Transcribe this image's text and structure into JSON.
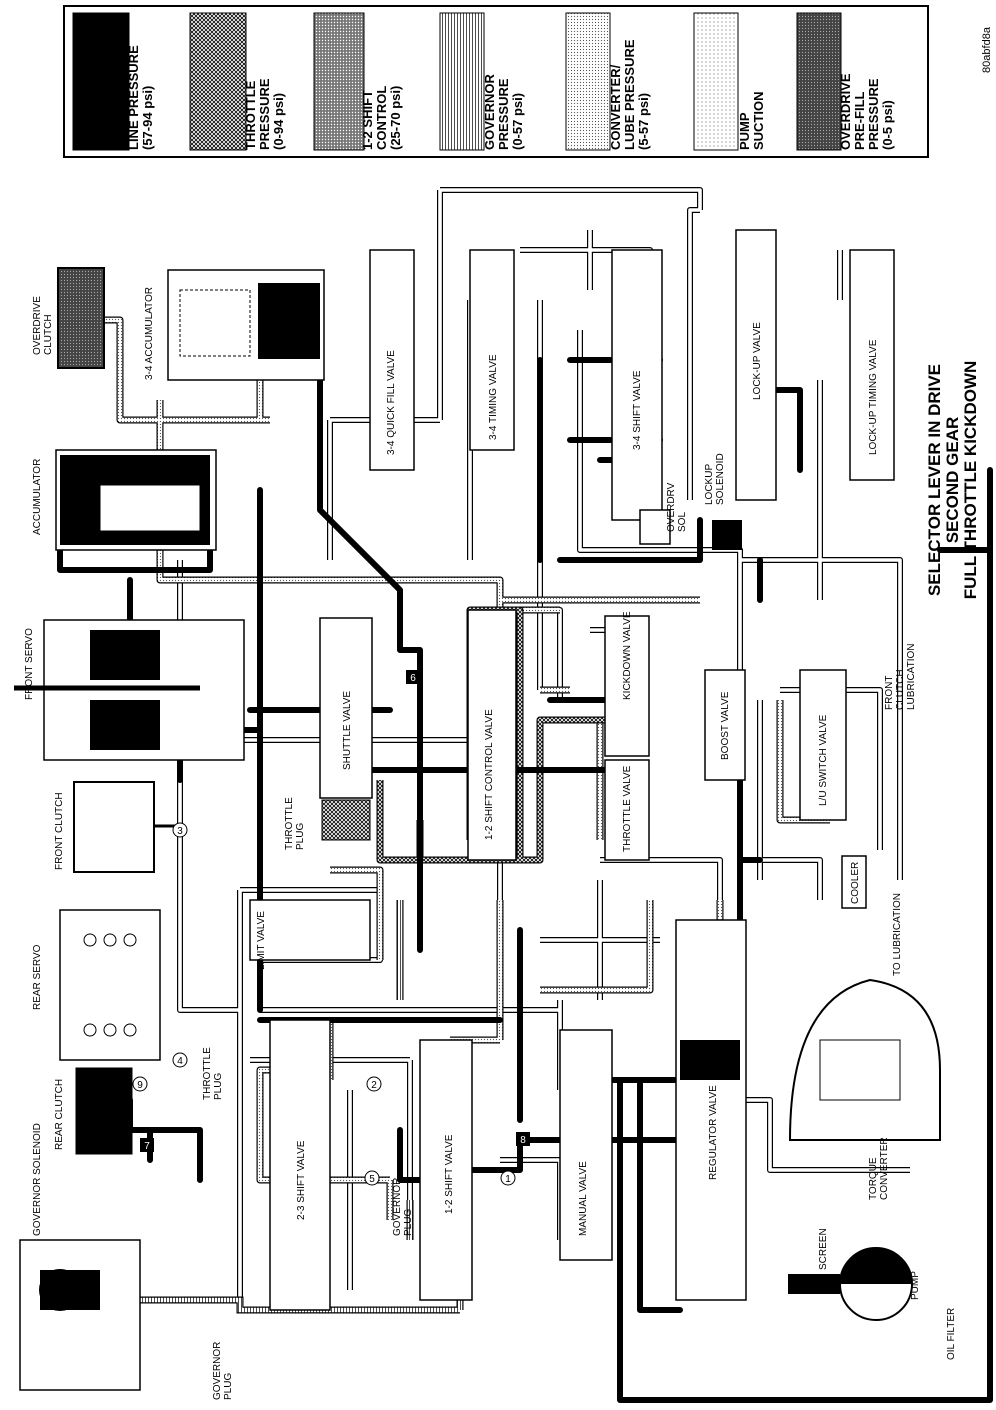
{
  "figure_code": "80abfd8a",
  "caption": {
    "line1": "SELECTOR LEVER IN DRIVE",
    "line2": "SECOND GEAR",
    "line3": "FULL THROTTLE KICKDOWN"
  },
  "legend": [
    {
      "lines": [
        "LINE PRESSURE",
        "(57-94 psi)"
      ],
      "pattern": "solid-black"
    },
    {
      "lines": [
        "THROTTLE",
        "PRESSURE",
        "(0-94 psi)"
      ],
      "pattern": "crosshatch"
    },
    {
      "lines": [
        "1-2 SHIFT",
        "CONTROL",
        "(25-70 psi)"
      ],
      "pattern": "dense-dots"
    },
    {
      "lines": [
        "GOVERNOR",
        "PRESSURE",
        "(0-57 psi)"
      ],
      "pattern": "vertical-lines"
    },
    {
      "lines": [
        "CONVERTER/",
        "LUBE PRESSURE",
        "(5-57 psi)"
      ],
      "pattern": "fine-dots"
    },
    {
      "lines": [
        "PUMP",
        "SUCTION"
      ],
      "pattern": "light-dots"
    },
    {
      "lines": [
        "OVERDRIVE",
        "PRE-FILL",
        "PRESSURE",
        "(0-5 psi)"
      ],
      "pattern": "dark-dots"
    }
  ],
  "labels": {
    "overdrive_clutch": [
      "OVERDRIVE",
      "CLUTCH"
    ],
    "accumulator_34": "3-4 ACCUMULATOR",
    "accumulator": "ACCUMULATOR",
    "front_servo": "FRONT SERVO",
    "front_clutch": "FRONT CLUTCH",
    "rear_servo": "REAR SERVO",
    "rear_clutch": "REAR CLUTCH",
    "governor_solenoid": "GOVERNOR SOLENOID",
    "governor_plug_left": [
      "GOVERNOR",
      "PLUG"
    ],
    "governor_plug_mid": [
      "GOVERNOR",
      "PLUG"
    ],
    "throttle_plug_left": [
      "THROTTLE",
      "PLUG"
    ],
    "throttle_plug_mid": [
      "THROTTLE",
      "PLUG"
    ],
    "quick_fill_valve": "3-4 QUICK FILL VALVE",
    "timing_valve_34": "3-4 TIMING VALVE",
    "shift_valve_34": "3-4 SHIFT VALVE",
    "overdrv_sol": [
      "OVERDRV",
      "SOL"
    ],
    "lockup_solenoid": [
      "LOCKUP",
      "SOLENOID"
    ],
    "lockup_valve": "LOCK-UP VALVE",
    "lockup_timing_valve": "LOCK-UP TIMING VALVE",
    "shuttle_valve": "SHUTTLE VALVE",
    "shift_control_12": "1-2 SHIFT CONTROL VALVE",
    "kickdown_valve": "KICKDOWN VALVE",
    "throttle_valve": "THROTTLE VALVE",
    "boost_valve": "BOOST VALVE",
    "front_clutch_lubrication": [
      "FRONT",
      "CLUTCH",
      "LUBRICATION"
    ],
    "lu_switch_valve": "L/U SWITCH VALVE",
    "limit_valve": "LIMIT VALVE",
    "cooler": "COOLER",
    "to_lubrication": "TO LUBRICATION",
    "shift_valve_23": "2-3 SHIFT VALVE",
    "shift_valve_12": "1-2 SHIFT VALVE",
    "manual_valve": "MANUAL VALVE",
    "regulator_valve": "REGULATOR VALVE",
    "torque_converter": [
      "TORQUE",
      "CONVERTER"
    ],
    "screen": "SCREEN",
    "pump": "PUMP",
    "oil_filter": "OIL FILTER"
  },
  "circuit_numbers": [
    "1",
    "2",
    "3",
    "4",
    "5",
    "6",
    "7",
    "8",
    "9"
  ]
}
